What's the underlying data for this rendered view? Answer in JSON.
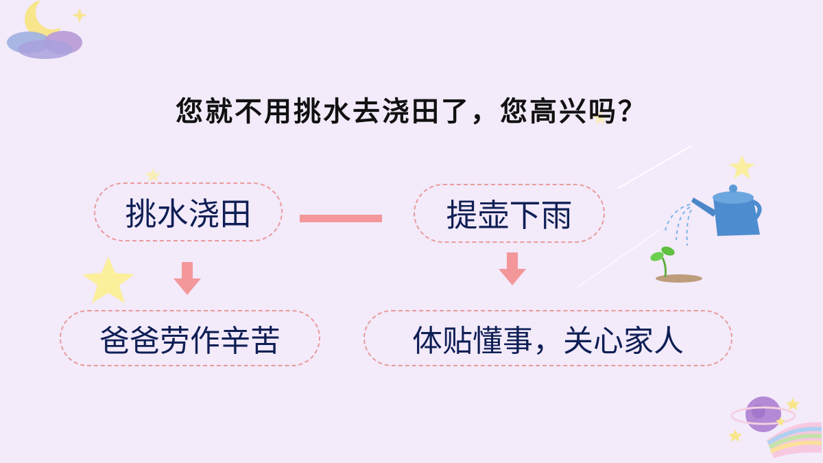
{
  "question": "您就不用挑水去浇田了，您高兴吗？",
  "flow": {
    "left_top": "挑水浇田",
    "right_top": "提壶下雨",
    "left_bottom": "爸爸劳作辛苦",
    "right_bottom": "体贴懂事，关心家人"
  },
  "colors": {
    "background": "#f3eafa",
    "pill_border": "#e89a9a",
    "text_primary": "#0f1f55",
    "accent_arrow": "#f3979a"
  },
  "icons": {
    "top_left": "moon-cloud-icon",
    "bottom_right": "planet-rainbow-icon",
    "right_middle": "watering-can-icon",
    "sprout": "sprout-icon",
    "stars": "star-icon"
  }
}
